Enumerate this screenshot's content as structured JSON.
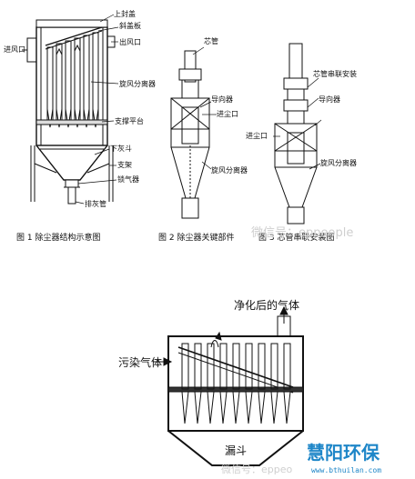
{
  "figure1": {
    "labels": {
      "top_cover": "上封盖",
      "inclined_plate": "斜盖板",
      "inlet": "进风口",
      "outlet": "出风口",
      "cyclone": "旋风分离器",
      "support": "支撑平台",
      "lower_hopper": "下灰斗",
      "bracket": "支架",
      "airlock": "锁气器",
      "ash_pipe": "排灰管"
    },
    "caption": "图 1    除尘器结构示意图"
  },
  "figure2": {
    "labels": {
      "core_tube": "芯管",
      "guide": "导向器",
      "dust_inlet": "进尘口",
      "cyclone": "旋风分离器"
    },
    "caption": "图 2 除尘器关键部件"
  },
  "figure3": {
    "labels": {
      "serial_install": "芯管串联安装",
      "guide": "导向器",
      "dust_inlet": "进尘口",
      "cyclone": "旋风分离器"
    },
    "caption": "图 3 芯管串联安装图"
  },
  "bottom": {
    "labels": {
      "clean_gas": "净化后的气体",
      "polluted_gas": "污染气体",
      "hopper": "漏斗"
    }
  },
  "watermarks": {
    "top": "微信号：eppeople",
    "bottom": "微信号：eppeo"
  },
  "logo": {
    "name": "慧阳环保",
    "url": "www.bthuilan.com"
  }
}
